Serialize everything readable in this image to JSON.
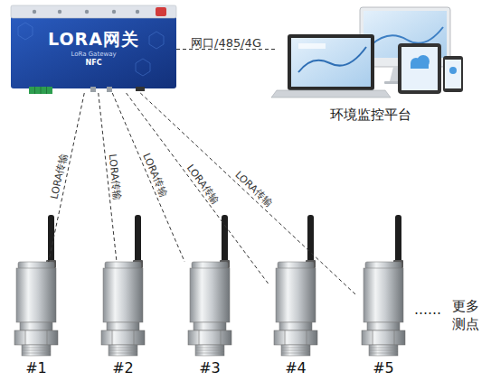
{
  "diagram": {
    "nodes": [
      {
        "text": [
          "LORA网关",
          "LoRa Gateway",
          "NFC"
        ]
      },
      {
        "text": [
          "环境监控平台"
        ]
      },
      {
        "text": [
          "#1"
        ]
      },
      {
        "text": [
          "#2"
        ]
      },
      {
        "text": [
          "#3"
        ]
      },
      {
        "text": [
          "#4"
        ]
      },
      {
        "text": [
          "#5"
        ]
      }
    ],
    "edges": [
      {
        "from": 0,
        "to": 1,
        "arrow": "none",
        "label": "网口/485/4G"
      },
      {
        "from": 0,
        "to": 2,
        "arrow": "none",
        "label": "LORA传输"
      },
      {
        "from": 0,
        "to": 3,
        "arrow": "none",
        "label": "LORA传输"
      },
      {
        "from": 0,
        "to": 4,
        "arrow": "none",
        "label": "LORA传输"
      },
      {
        "from": 0,
        "to": 5,
        "arrow": "none",
        "label": "LORA传输"
      },
      {
        "from": 0,
        "to": 6,
        "arrow": "none",
        "label": "LORA传输"
      }
    ],
    "labels": [
      "……",
      "更多 测点"
    ]
  }
}
